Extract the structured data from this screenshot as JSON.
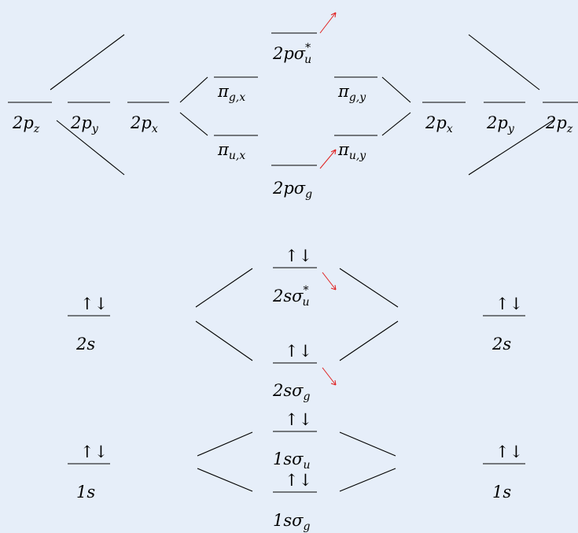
{
  "colors": {
    "background": "#e6eef9",
    "line": "#000000",
    "arrow_highlight": "#e02020"
  },
  "levels": {
    "left_2pz": {
      "main": "2p",
      "sub": "z"
    },
    "left_2py": {
      "main": "2p",
      "sub": "y"
    },
    "left_2px": {
      "main": "2p",
      "sub": "x"
    },
    "pi_g_x": {
      "main": "π",
      "sub": "g,x"
    },
    "pi_u_x": {
      "main": "π",
      "sub": "u,x"
    },
    "sigma_2p_u": {
      "main": "2pσ",
      "sub": "u",
      "sup": "*"
    },
    "sigma_2p_g": {
      "main": "2pσ",
      "sub": "g"
    },
    "pi_g_y": {
      "main": "π",
      "sub": "g,y"
    },
    "pi_u_y": {
      "main": "π",
      "sub": "u,y"
    },
    "right_2px": {
      "main": "2p",
      "sub": "x"
    },
    "right_2py": {
      "main": "2p",
      "sub": "y"
    },
    "right_2pz": {
      "main": "2p",
      "sub": "z"
    },
    "left_2s": {
      "main": "2s"
    },
    "sigma_2s_u": {
      "main": "2sσ",
      "sub": "u",
      "sup": "*"
    },
    "sigma_2s_g": {
      "main": "2sσ",
      "sub": "g"
    },
    "right_2s": {
      "main": "2s"
    },
    "left_1s": {
      "main": "1s"
    },
    "sigma_1s_u": {
      "main": "1sσ",
      "sub": "u"
    },
    "sigma_1s_g": {
      "main": "1sσ",
      "sub": "g"
    },
    "right_1s": {
      "main": "1s"
    }
  },
  "electron_symbols": {
    "up": "↑",
    "down": "↓"
  }
}
